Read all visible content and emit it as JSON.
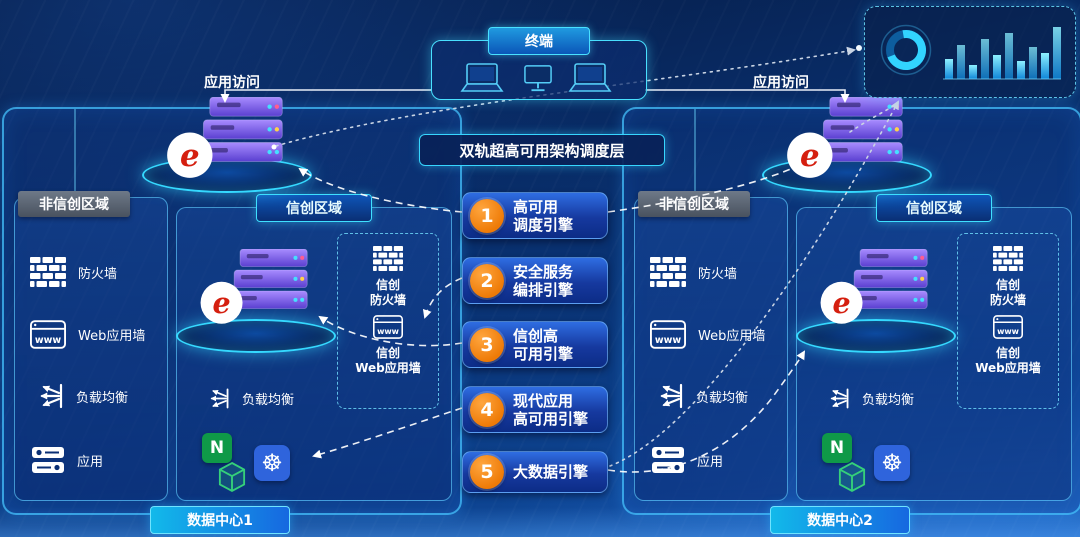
{
  "title_banner": "双轨超高可用架构调度层",
  "terminal": {
    "label": "终端"
  },
  "access": {
    "left": "应用访问",
    "right": "应用访问"
  },
  "engines": [
    {
      "num": "1",
      "line1": "高可用",
      "line2": "调度引擎"
    },
    {
      "num": "2",
      "line1": "安全服务",
      "line2": "编排引擎"
    },
    {
      "num": "3",
      "line1": "信创高",
      "line2": "可用引擎"
    },
    {
      "num": "4",
      "line1": "现代应用",
      "line2": "高可用引擎"
    },
    {
      "num": "5",
      "line1": "大数据引擎",
      "line2": ""
    }
  ],
  "dc1": {
    "non_xc_header": "非信创区域",
    "xc_header": "信创区域",
    "items": {
      "firewall": "防火墙",
      "waf": "Web应用墙",
      "lb": "负载均衡",
      "app": "应用"
    },
    "xc_items": {
      "fw1": "信创",
      "fw2": "防火墙",
      "waf1": "信创",
      "waf2": "Web应用墙",
      "lb": "负载均衡"
    },
    "footer": "数据中心1"
  },
  "dc2": {
    "non_xc_header": "非信创区域",
    "xc_header": "信创区域",
    "items": {
      "firewall": "防火墙",
      "waf": "Web应用墙",
      "lb": "负载均衡",
      "app": "应用"
    },
    "xc_items": {
      "fw1": "信创",
      "fw2": "防火墙",
      "waf1": "信创",
      "waf2": "Web应用墙",
      "lb": "负载均衡"
    },
    "footer": "数据中心2"
  },
  "icons": {
    "nginx_letter": "N",
    "k8s_glyph": "☸",
    "logo_letter": "e",
    "www_text": "www"
  },
  "colors": {
    "accent": "#3fe0ff",
    "orange": "#ee7a06",
    "nginx_green": "#0f9948",
    "k8s_blue": "#2f64dc",
    "logo_red": "#d51f0f"
  }
}
